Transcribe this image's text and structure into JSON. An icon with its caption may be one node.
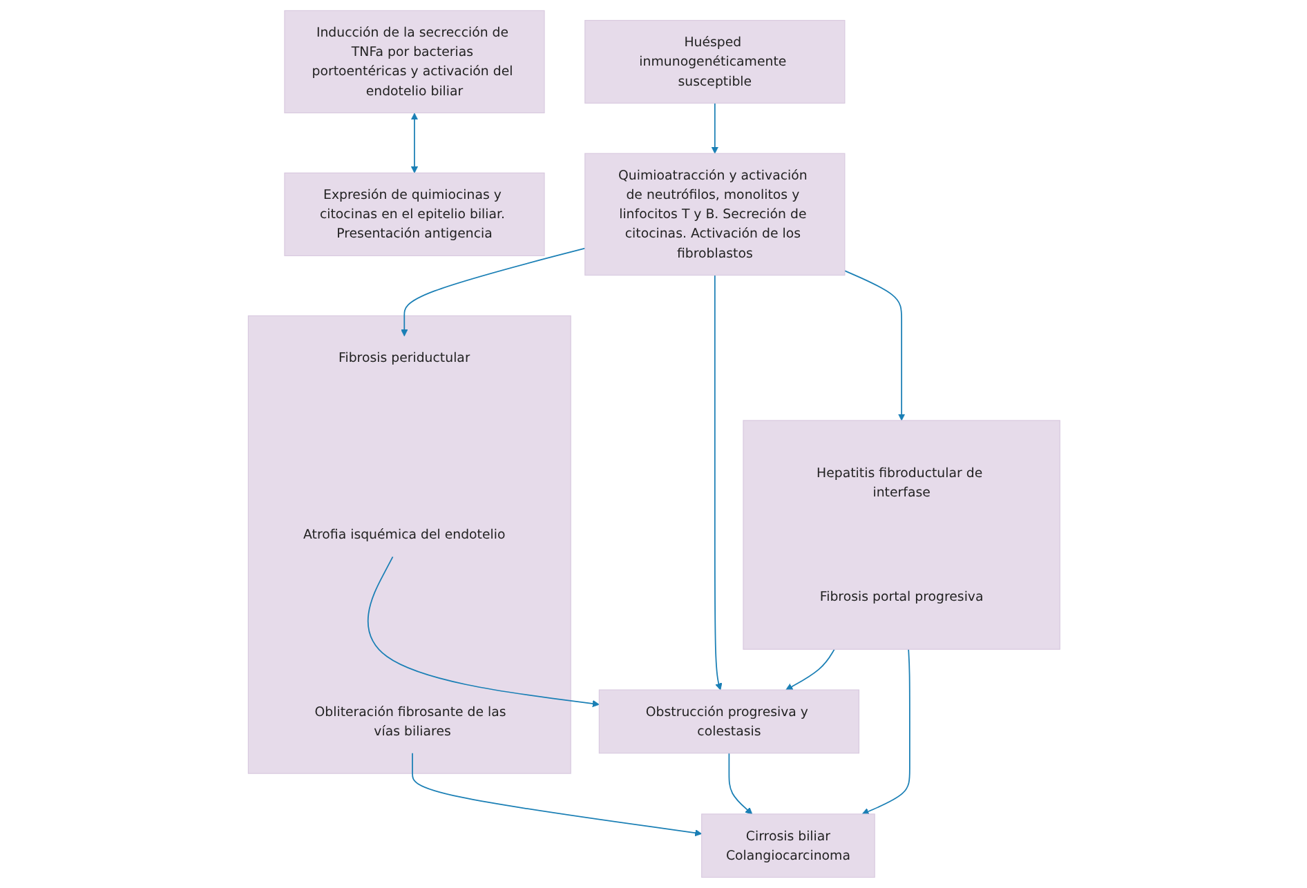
{
  "diagram": {
    "nodes": [
      {
        "text": [
          "Huésped inmunogenéticamente susceptible"
        ]
      },
      {
        "text": [
          "Inducción de la secrección de TNFa por bacterias portoentéricas y activación del endotelio biliar"
        ]
      },
      {
        "text": [
          "Expresión de quimiocinas y citocinas en el epitelio biliar. Presentación antigencia"
        ]
      },
      {
        "text": [
          "Quimioatracción y activación de neutrófilos, monolitos y linfocitos T y B. Secreción de citocinas. Activación de los fibroblastos"
        ]
      },
      {
        "text": [],
        "shape": "box"
      },
      {
        "text": [
          "Fibrosis periductular"
        ],
        "in": 4
      },
      {
        "text": [
          "Atrofia isquémica del endotelio"
        ],
        "in": 4
      },
      {
        "text": [
          "Obliteración fibrosante de las vías biliares"
        ],
        "in": 4
      },
      {
        "text": [
          "Obstrucción progresiva y colestasis"
        ]
      },
      {
        "text": [
          "Cirrosis biliar",
          "Colangiocarcinoma"
        ]
      },
      {
        "text": [],
        "shape": "box"
      },
      {
        "text": [
          "Hepatitis fibroductular de interfase"
        ],
        "in": 10
      },
      {
        "text": [
          "Fibrosis portal progresiva"
        ],
        "in": 10
      }
    ],
    "edges": [
      {
        "from": 0,
        "to": 3,
        "arrow": "to"
      },
      {
        "from": 1,
        "to": 2,
        "arrow": "both"
      },
      {
        "from": 3,
        "to": 5,
        "arrow": "to"
      },
      {
        "from": 3,
        "to": 10,
        "arrow": "to"
      },
      {
        "from": 3,
        "to": 8,
        "arrow": "to"
      },
      {
        "from": 6,
        "to": 8,
        "arrow": "to"
      },
      {
        "from": 10,
        "to": 8,
        "arrow": "to"
      },
      {
        "from": 8,
        "to": 9,
        "arrow": "to"
      },
      {
        "from": 7,
        "to": 9,
        "arrow": "to"
      },
      {
        "from": 10,
        "to": 9,
        "arrow": "to"
      }
    ]
  }
}
